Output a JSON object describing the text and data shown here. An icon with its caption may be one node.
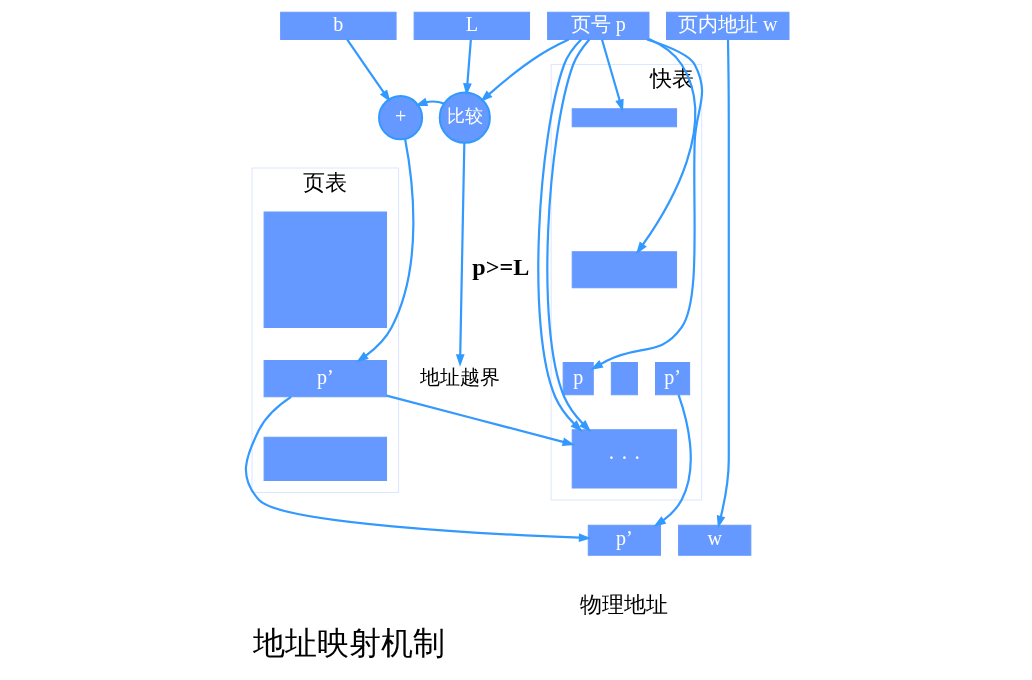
{
  "diagram": {
    "title": "地址映射机制",
    "nodes": [
      {
        "text": [
          "b"
        ]
      },
      {
        "text": [
          "L"
        ]
      },
      {
        "text": [
          "页号 p"
        ]
      },
      {
        "text": [
          "页内地址 w"
        ]
      },
      {
        "text": [
          "+"
        ]
      },
      {
        "text": [
          "比较"
        ]
      },
      {
        "text": [
          "地址越界"
        ]
      },
      {
        "text": [
          "页表"
        ]
      },
      {
        "text": [],
        "shape": "box",
        "in": 7
      },
      {
        "text": [
          "p’"
        ],
        "in": 7
      },
      {
        "text": [],
        "shape": "box",
        "in": 7
      },
      {
        "text": [
          "快表"
        ]
      },
      {
        "text": [],
        "shape": "box",
        "in": 11
      },
      {
        "text": [],
        "shape": "box",
        "in": 11
      },
      {
        "text": [
          "p"
        ],
        "in": 11
      },
      {
        "text": [],
        "shape": "box",
        "in": 11
      },
      {
        "text": [
          "p’"
        ],
        "in": 11
      },
      {
        "text": [
          "· · ·"
        ],
        "in": 11
      },
      {
        "text": [
          "p’"
        ]
      },
      {
        "text": [
          "w"
        ]
      }
    ],
    "edges": [
      {
        "from": 0,
        "to": 4,
        "arrow": "to"
      },
      {
        "from": 1,
        "to": 5,
        "arrow": "to"
      },
      {
        "from": 2,
        "to": 5,
        "arrow": "to"
      },
      {
        "from": 5,
        "to": 4,
        "arrow": "to"
      },
      {
        "from": 5,
        "to": 6,
        "arrow": "to",
        "label": "p>=L"
      },
      {
        "from": 4,
        "to": 9,
        "arrow": "to"
      },
      {
        "from": 2,
        "to": 12,
        "arrow": "to"
      },
      {
        "from": 2,
        "to": 13,
        "arrow": "to"
      },
      {
        "from": 2,
        "to": 14,
        "arrow": "to"
      },
      {
        "from": 2,
        "to": 17,
        "arrow": "to"
      },
      {
        "from": 2,
        "to": 17,
        "arrow": "to"
      },
      {
        "from": 16,
        "to": 18,
        "arrow": "to"
      },
      {
        "from": 9,
        "to": 18,
        "arrow": "to"
      },
      {
        "from": 9,
        "to": 17,
        "arrow": "to"
      },
      {
        "from": 3,
        "to": 19,
        "arrow": "to"
      }
    ],
    "labels": [
      "物理地址"
    ]
  }
}
